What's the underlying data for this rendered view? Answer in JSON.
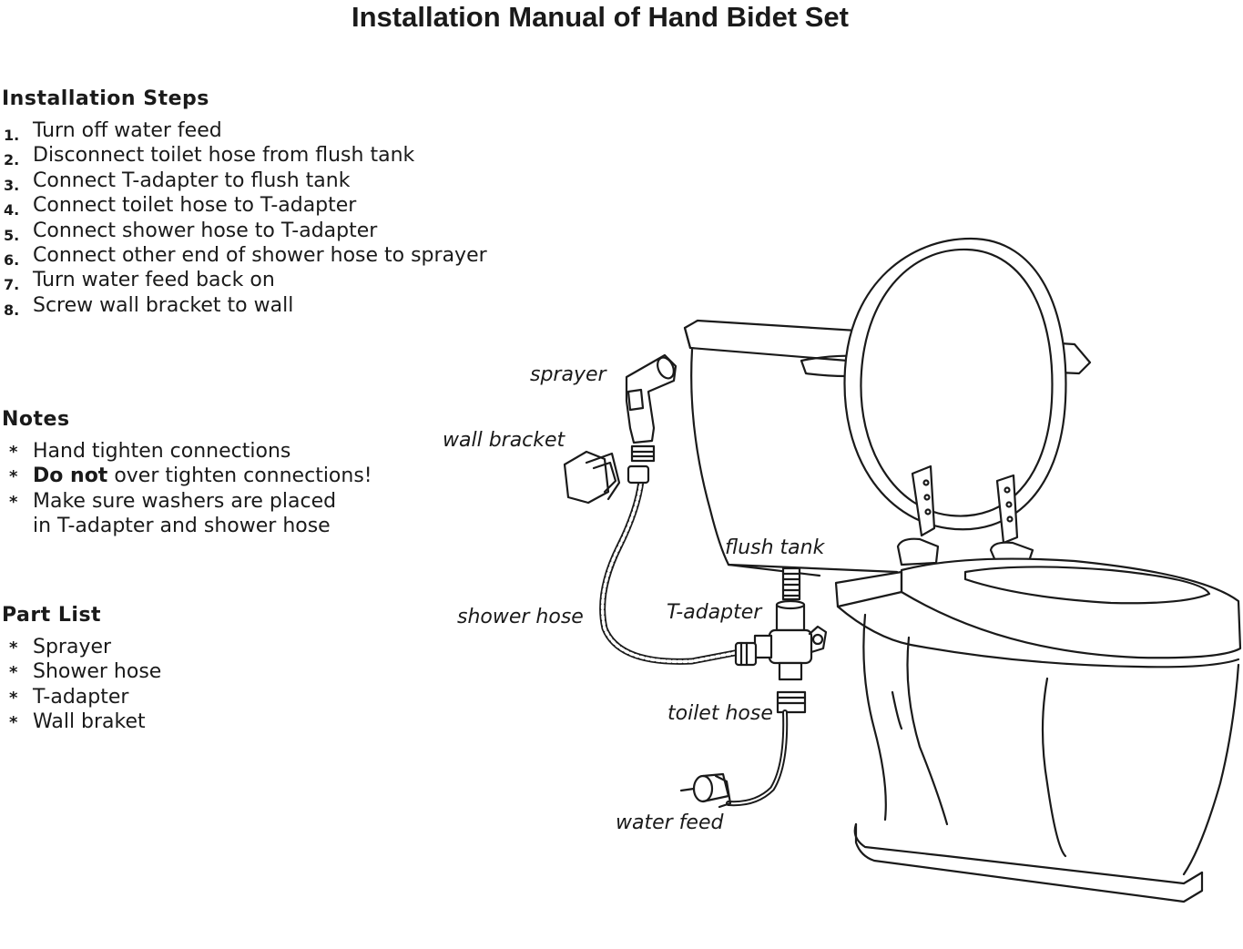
{
  "title": "Installation Manual of Hand Bidet Set",
  "installation": {
    "heading": "Installation Steps",
    "steps": [
      {
        "num": "1.",
        "text": "Turn off water feed"
      },
      {
        "num": "2.",
        "text": "Disconnect toilet hose from flush tank"
      },
      {
        "num": "3.",
        "text": "Connect T-adapter to flush tank"
      },
      {
        "num": "4.",
        "text": "Connect toilet hose to T-adapter"
      },
      {
        "num": "5.",
        "text": "Connect shower hose to T-adapter"
      },
      {
        "num": "6.",
        "text": "Connect other end of shower hose to sprayer"
      },
      {
        "num": "7.",
        "text": "Turn water feed back on"
      },
      {
        "num": "8.",
        "text": "Screw wall bracket to wall"
      }
    ]
  },
  "notes": {
    "heading": "Notes",
    "bullet": "*",
    "items": {
      "n1": "Hand tighten connections",
      "n2_bold": "Do not",
      "n2_rest": " over tighten connections!",
      "n3_line1": "Make sure washers are placed",
      "n3_line2": "in T-adapter and shower hose"
    }
  },
  "parts": {
    "heading": "Part List",
    "items": [
      "Sprayer",
      "Shower hose",
      "T-adapter",
      "Wall braket"
    ]
  },
  "diagram_labels": {
    "sprayer": "sprayer",
    "wall_bracket": "wall bracket",
    "flush_tank": "flush tank",
    "shower_hose": "shower hose",
    "t_adapter": "T-adapter",
    "toilet_hose": "toilet hose",
    "water_feed": "water feed"
  }
}
